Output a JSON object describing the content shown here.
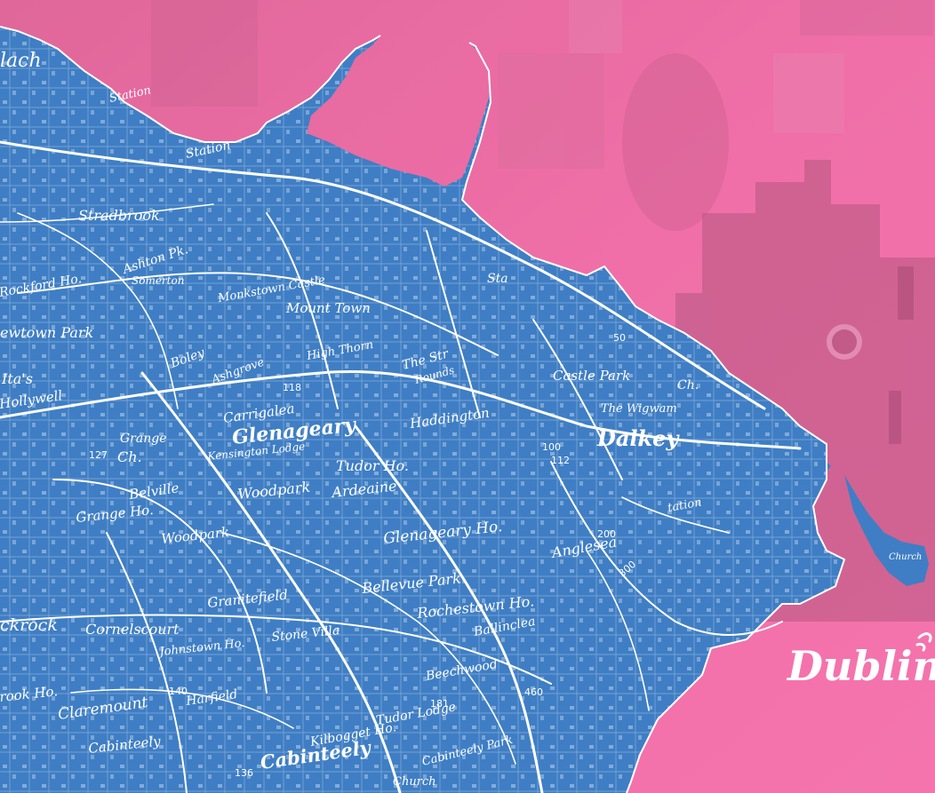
{
  "colors": {
    "background": "#f06fa8",
    "map_land": "#3f7ec4",
    "map_lines": "#ffffff",
    "tower": "#b5587f"
  },
  "logo": {
    "text": "Dublin",
    "icon": "swirl-icon"
  },
  "labels": {
    "blackrock_partial": "lach",
    "station_1": "Station",
    "station_2": "Station",
    "station_3": "Sta",
    "station_4": "tation",
    "stradbrook": "Stradbrook",
    "ashton_park": "Ashton Pk.",
    "somerton": "Somerton",
    "rockford_ho": "Rockford Ho.",
    "monkstown_castle": "Monkstown Castle",
    "mount_town": "Mount Town",
    "newtown_park": "ewtown Park",
    "itas": "Ita's",
    "hollywell": "Hollywell",
    "boley": "Boley",
    "ashgrove": "Ashgrove",
    "high_thorn": "High Thorn",
    "the_street": "The Str",
    "rounds": "Rounds",
    "castle_park": "Castle Park",
    "the_wigwam": "The Wigwam",
    "ch_1": "Ch.",
    "dalkey": "Dalkey",
    "carrigalea": "Carrigalea",
    "glenageary": "Glenageary",
    "haddington": "Haddington",
    "ch_2": "Ch.",
    "grange": "Grange",
    "kensington_lodge": "Kensington Lodge",
    "tudor_ho": "Tudor Ho.",
    "woodpark": "Woodpark",
    "ardeaine": "Ardeaine",
    "belville": "Belville",
    "grange_ho": "Grange Ho.",
    "woodpark_2": "Woodpark",
    "glenageary_ho": "Glenageary Ho.",
    "anglesea": "Anglesea",
    "bellevue_park": "Bellevue Park",
    "rochestown_ho": "Rochestown Ho.",
    "granitefield": "Granitefield",
    "stone_villa": "Stone Villa",
    "ballinclea": "Ballinclea",
    "blackrock_2": "ckrock",
    "cornelscourt": "Cornelscourt",
    "johnstown": "Johnstown Ho.",
    "brook_ho": "rook Ho.",
    "claremount": "Claremount",
    "harfield": "Harfield",
    "beechwood": "Beechwood",
    "tudor_lodge": "Tudor Lodge",
    "cabinteely_1": "Cabinteely",
    "cabinteely_2": "Cabinteely",
    "kilbogget": "Kilbogget Ho.",
    "church": "Church",
    "cabinteely_park": "Cabinteely Park",
    "island_church": "Church",
    "num_100": "100",
    "num_112": "112",
    "num_200": "200",
    "num_300": "300",
    "num_460": "460",
    "num_140": "140",
    "num_136": "136",
    "num_181": "181",
    "num_118": "118",
    "num_127": "127",
    "num_50": "50"
  }
}
